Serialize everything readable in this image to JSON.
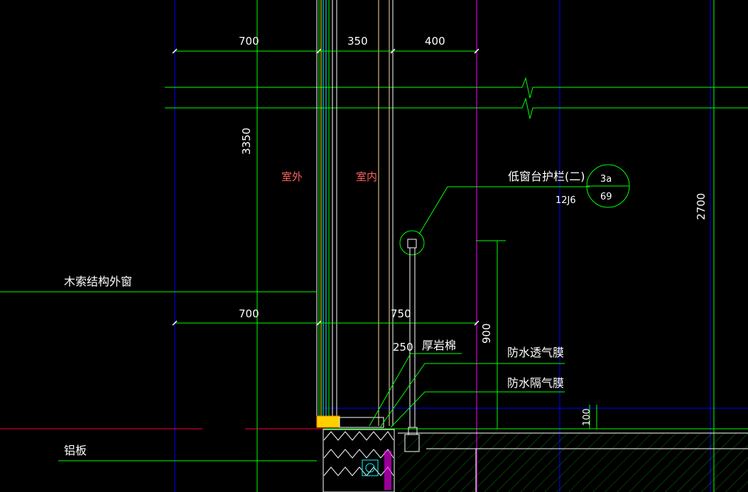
{
  "colors": {
    "background": "#000000",
    "green": "#00ff00",
    "blue": "#0000ff",
    "cyan": "#00ffff",
    "yellow": "#ffff00",
    "white": "#ffffff",
    "red_label": "#ff6060",
    "magenta": "#ff00ff",
    "tan": "#ffe0a0",
    "crimson": "#ff0040"
  },
  "dimensions": {
    "top_700": "700",
    "top_350": "350",
    "top_400": "400",
    "vertical_3350": "3350",
    "vertical_2700": "2700",
    "mid_700": "700",
    "mid_750": "750",
    "dim_250": "250",
    "dim_900": "900",
    "dim_100": "100"
  },
  "labels": {
    "outdoor": "室外",
    "indoor": "室内",
    "guardrail": "低窗台护栏(二)",
    "standard_ref": "12J6",
    "detail_number": "3a",
    "detail_page": "69",
    "timber_window": "木索结构外窗",
    "rock_wool": "厚岩棉",
    "waterproof_membrane": "防水透气膜",
    "vapor_barrier": "防水隔气膜",
    "aluminum_panel": "铝板"
  }
}
